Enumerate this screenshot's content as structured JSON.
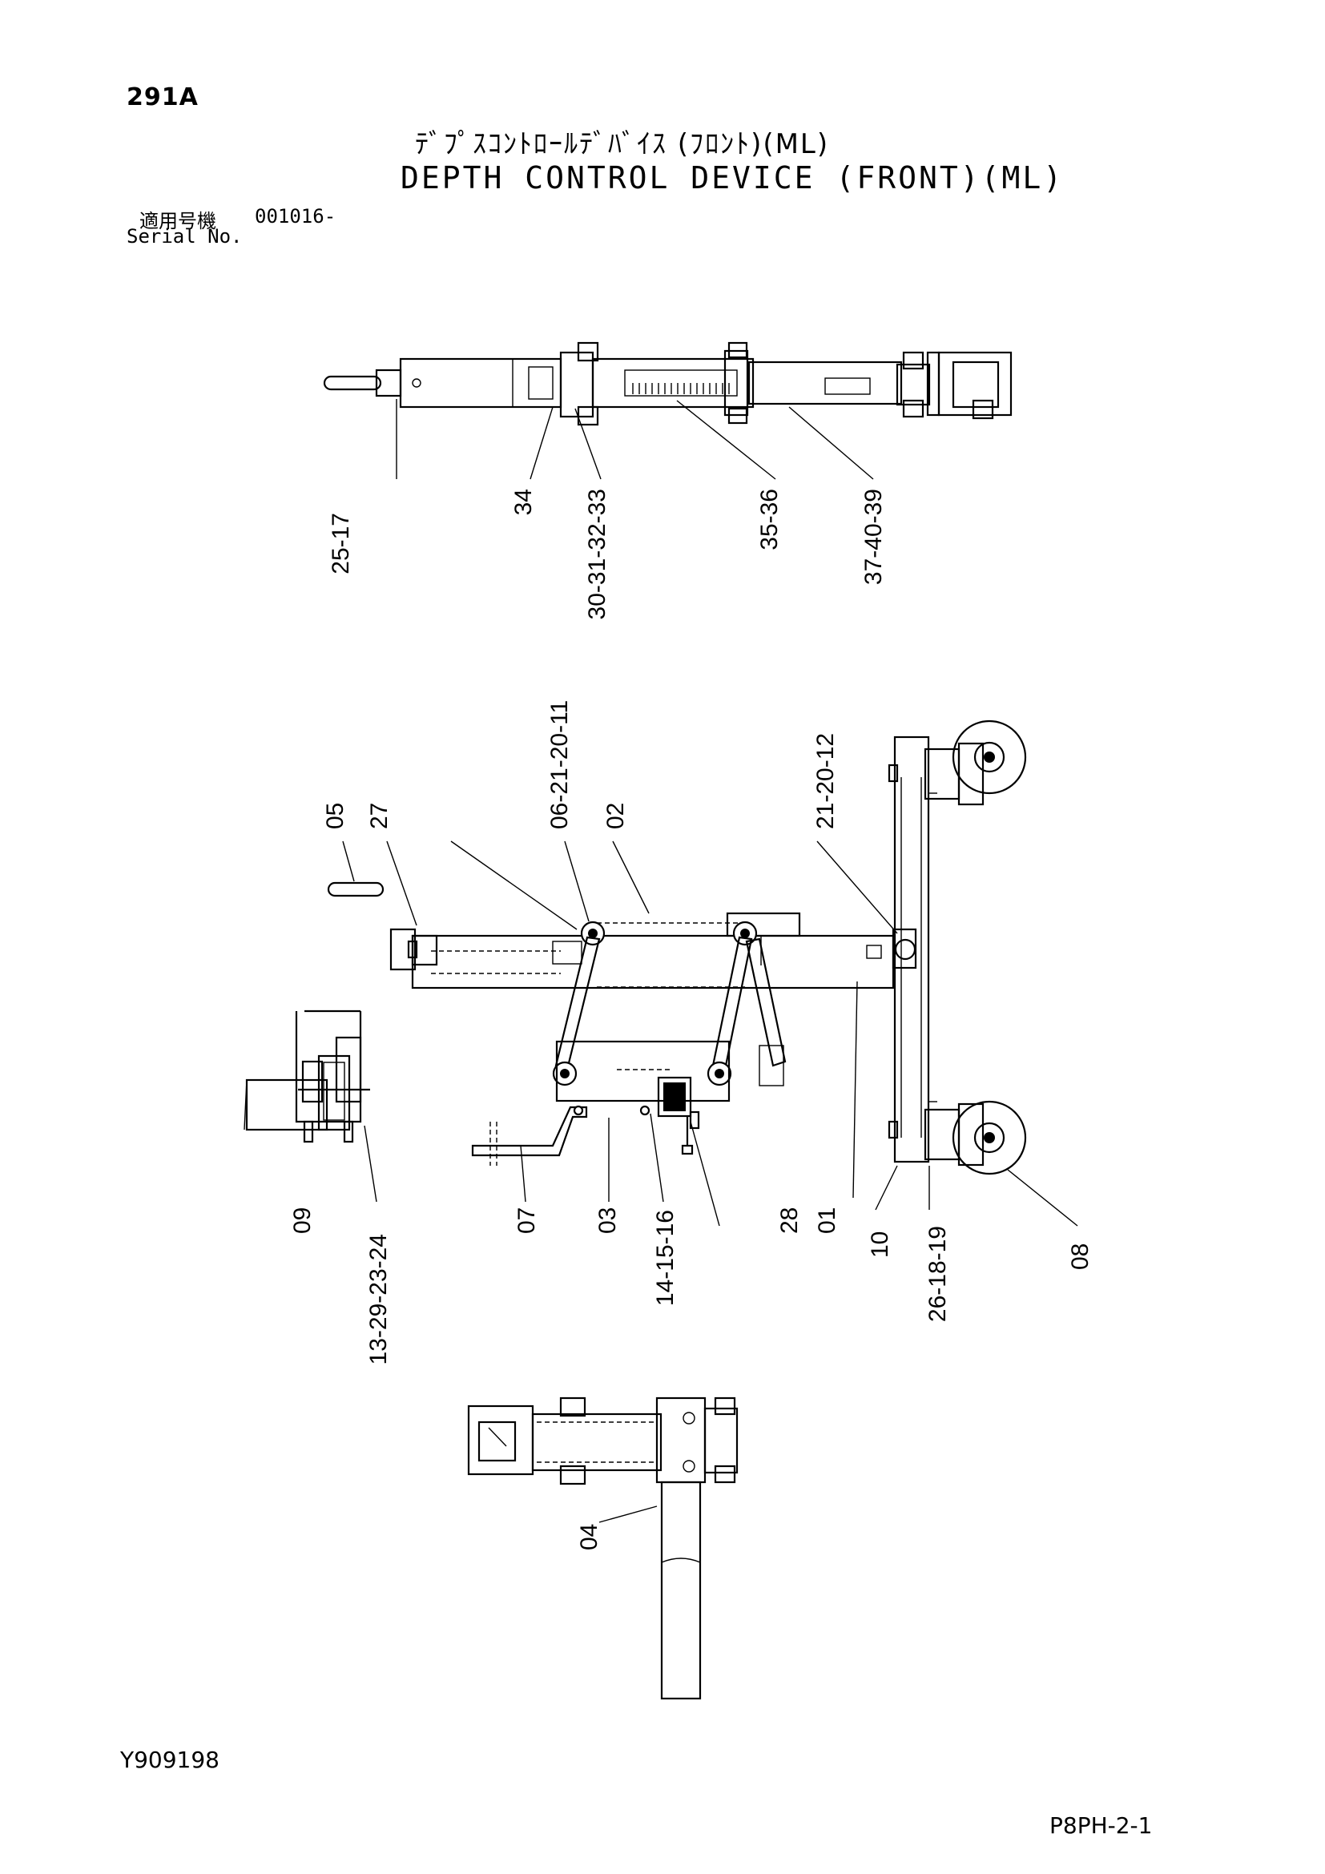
{
  "header": {
    "page_number": "291A",
    "title_jp": "ﾃﾞﾌﾟｽｺﾝﾄﾛｰﾙﾃﾞﾊﾞｲｽ (ﾌﾛﾝﾄ)(ML)",
    "title_en": "DEPTH CONTROL DEVICE (FRONT)(ML)",
    "serial_label_jp": "適用号機",
    "serial_value": "001016-",
    "serial_label_en": "Serial No."
  },
  "footer": {
    "document_id": "Y909198",
    "page_ref": "P8PH-2-1"
  },
  "callouts": {
    "top_view": [
      "25-17",
      "34",
      "30-31-32-33",
      "35-36",
      "37-40-39"
    ],
    "side_view": [
      "05",
      "27",
      "06-21-20-11",
      "02",
      "21-20-12",
      "09",
      "13-29-23-24",
      "07",
      "03",
      "14-15-16",
      "28",
      "01",
      "10",
      "26-18-19",
      "08"
    ],
    "bottom_view": [
      "04"
    ]
  }
}
